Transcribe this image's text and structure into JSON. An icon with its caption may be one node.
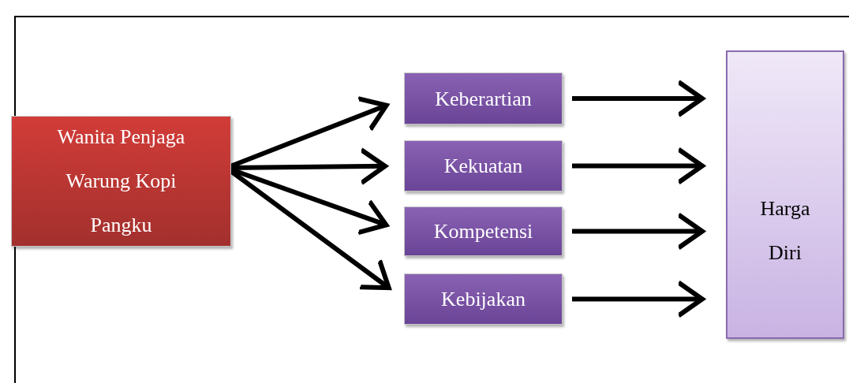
{
  "diagram": {
    "nodes": [
      {
        "text": [
          "Wanita Penjaga Warung Kopi Pangku"
        ]
      },
      {
        "text": [
          "Keberartian"
        ]
      },
      {
        "text": [
          "Kekuatan"
        ]
      },
      {
        "text": [
          "Kompetensi"
        ]
      },
      {
        "text": [
          "Kebijakan"
        ]
      },
      {
        "text": [
          "Harga Diri"
        ]
      }
    ],
    "edges": [
      {
        "from": 0,
        "to": 1,
        "arrow": "to"
      },
      {
        "from": 0,
        "to": 2,
        "arrow": "to"
      },
      {
        "from": 0,
        "to": 3,
        "arrow": "to"
      },
      {
        "from": 0,
        "to": 4,
        "arrow": "to"
      },
      {
        "from": 1,
        "to": 5,
        "arrow": "to"
      },
      {
        "from": 2,
        "to": 5,
        "arrow": "to"
      },
      {
        "from": 3,
        "to": 5,
        "arrow": "to"
      },
      {
        "from": 4,
        "to": 5,
        "arrow": "to"
      }
    ]
  }
}
